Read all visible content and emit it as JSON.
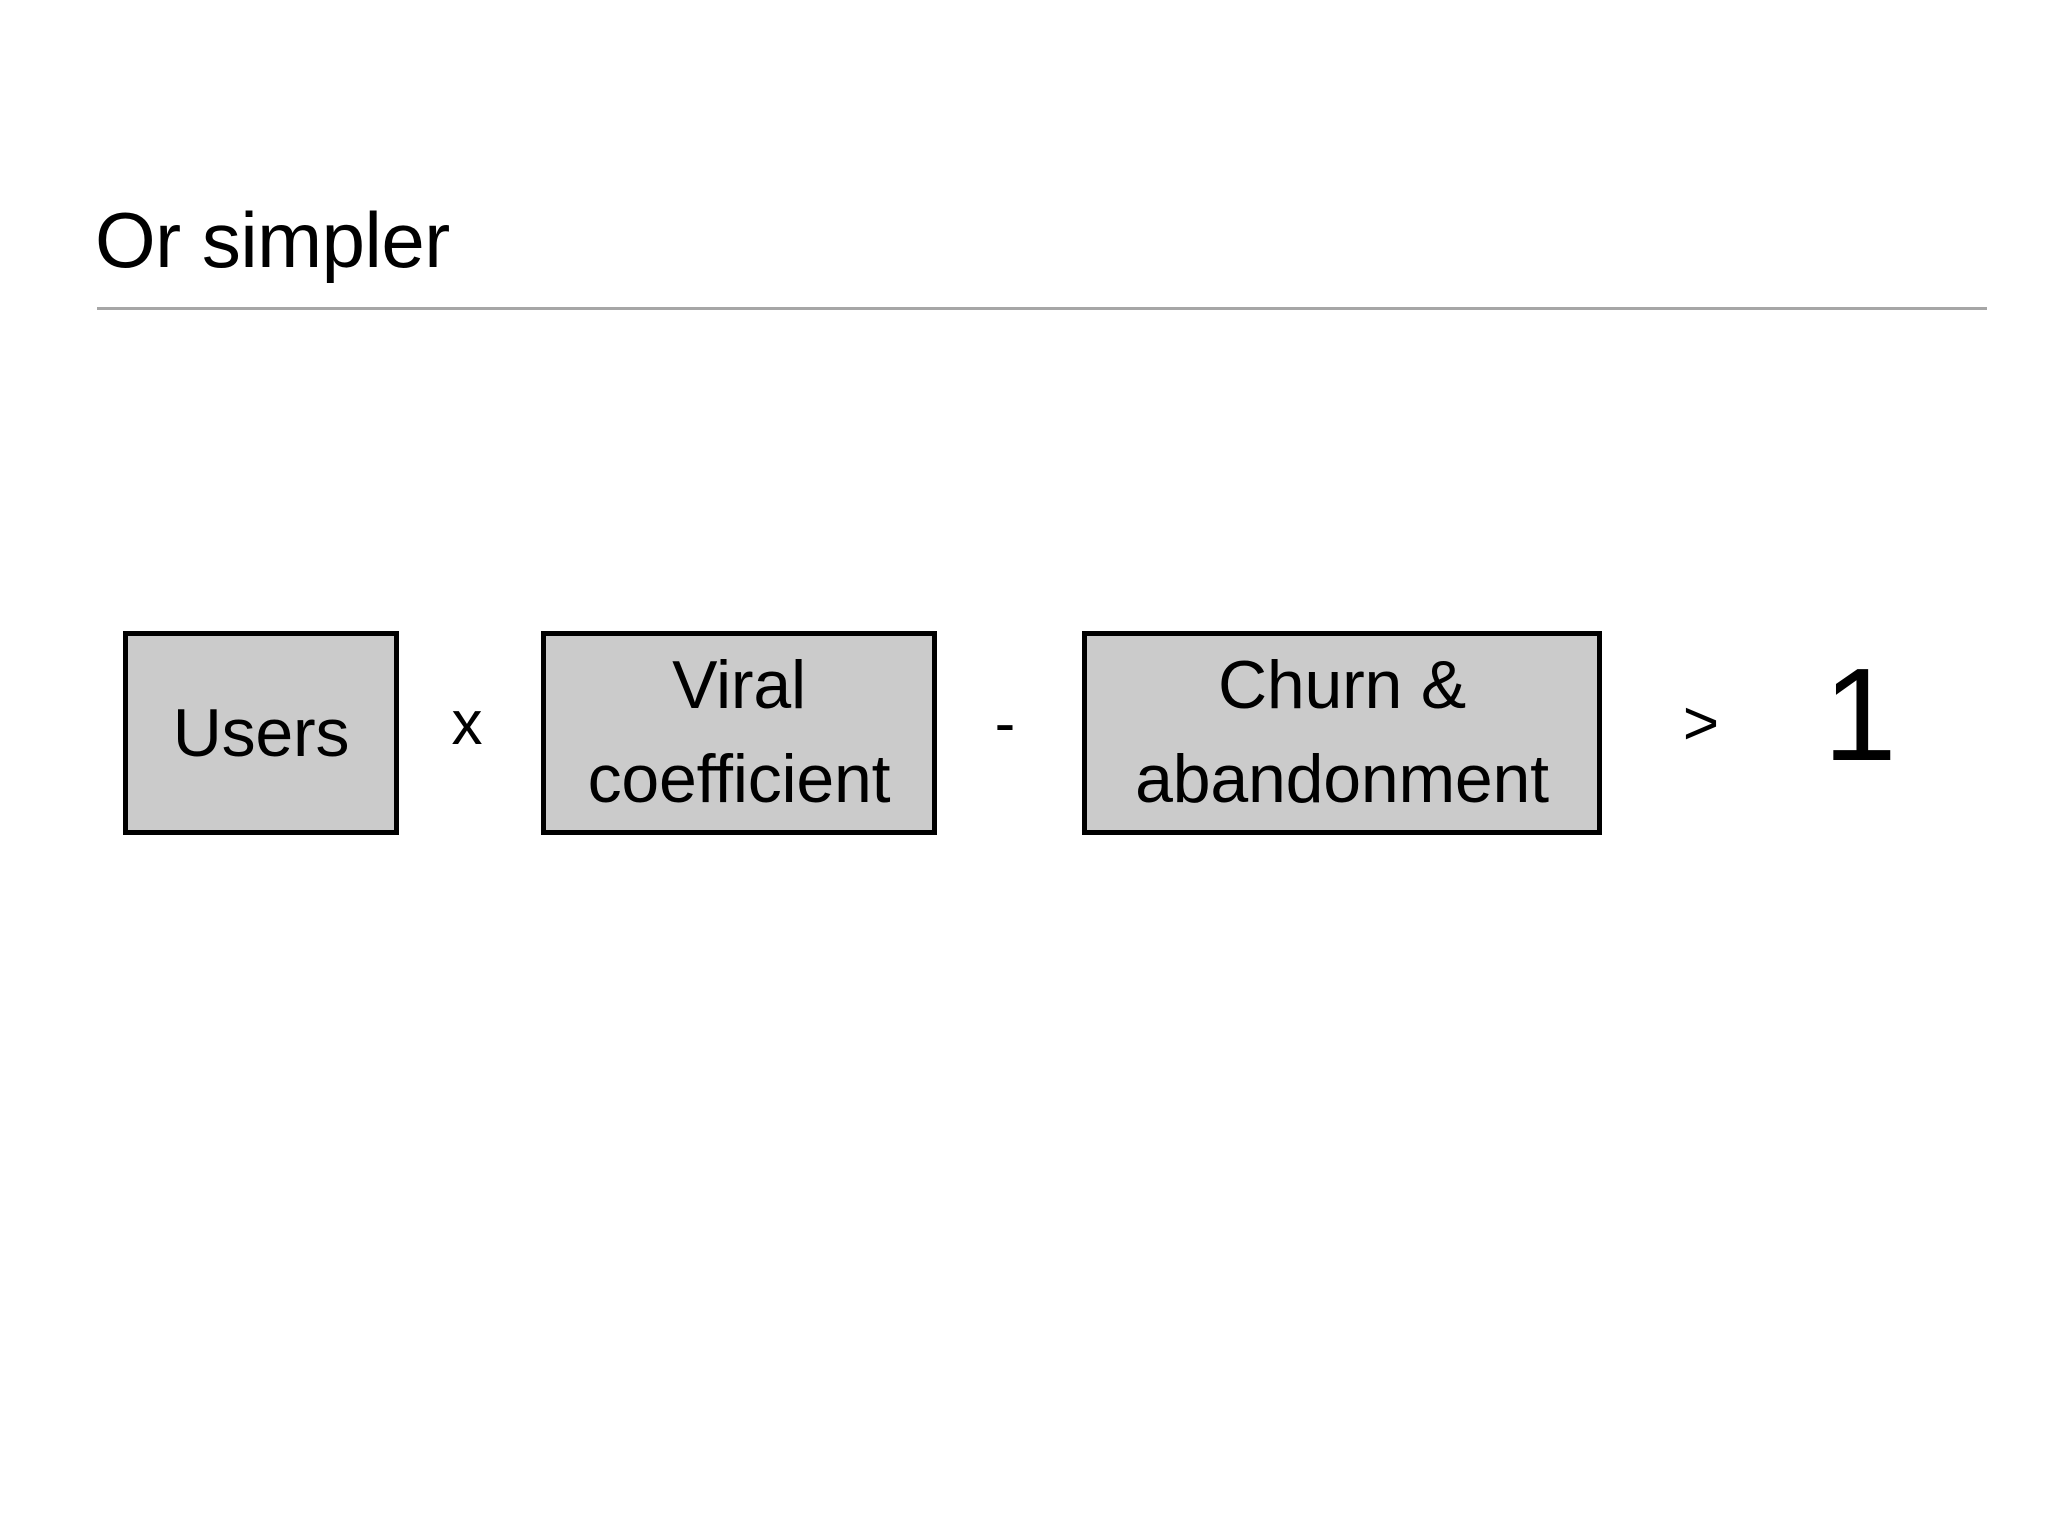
{
  "slide": {
    "title": "Or simpler",
    "background_color": "#ffffff",
    "rule_color": "#a6a6a6",
    "text_color": "#000000",
    "box_fill_color": "#cbcbcb",
    "box_border_color": "#000000"
  },
  "formula": {
    "terms": [
      {
        "id": "users",
        "label": "Users"
      },
      {
        "id": "viral",
        "label": "Viral\ncoefficient"
      },
      {
        "id": "churn",
        "label": "Churn &\nabandonment"
      }
    ],
    "operators": {
      "times": "x",
      "minus": "-",
      "greater_than": ">"
    },
    "result": "1"
  }
}
